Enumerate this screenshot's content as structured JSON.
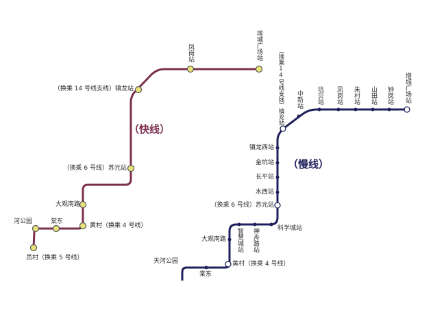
{
  "colors": {
    "fast_line": "#7b2f4e",
    "slow_line": "#1f1f5c",
    "fast_station": "#e9e37a",
    "open_station": "#ffffff"
  },
  "fast_line": {
    "title": "（快线）",
    "stations": [
      {
        "name": "增城广场站"
      },
      {
        "name": "凤岗站"
      },
      {
        "name": "（换乘 14 号线支线）镇龙站"
      },
      {
        "name": "（换乘 6 号线）苏元站"
      },
      {
        "name": "大观南路"
      },
      {
        "name": "黄村（换乘 4 号线）"
      },
      {
        "name": "棠东"
      },
      {
        "name": "河公园"
      },
      {
        "name": "员村（换乘 5 号线）"
      }
    ]
  },
  "slow_line": {
    "title": "（慢线）",
    "stations": [
      {
        "name": "增城广场站"
      },
      {
        "name": "钟岗站"
      },
      {
        "name": "山田站"
      },
      {
        "name": "朱村站"
      },
      {
        "name": "凤岗站"
      },
      {
        "name": "坑贝站"
      },
      {
        "name": "中新站"
      },
      {
        "name": "（换乘14号线支线）镇龙站"
      },
      {
        "name": "镇龙西站"
      },
      {
        "name": "金坑站"
      },
      {
        "name": "长平站"
      },
      {
        "name": "水西站"
      },
      {
        "name": "（换乘 6 号线）苏元站"
      },
      {
        "name": "科学城站"
      },
      {
        "name": "神舟路站"
      },
      {
        "name": "智慧城站"
      },
      {
        "name": "大观南路"
      },
      {
        "name": "黄村（换乘 4 号线）"
      },
      {
        "name": "棠东"
      },
      {
        "name": "天河公园"
      }
    ]
  }
}
